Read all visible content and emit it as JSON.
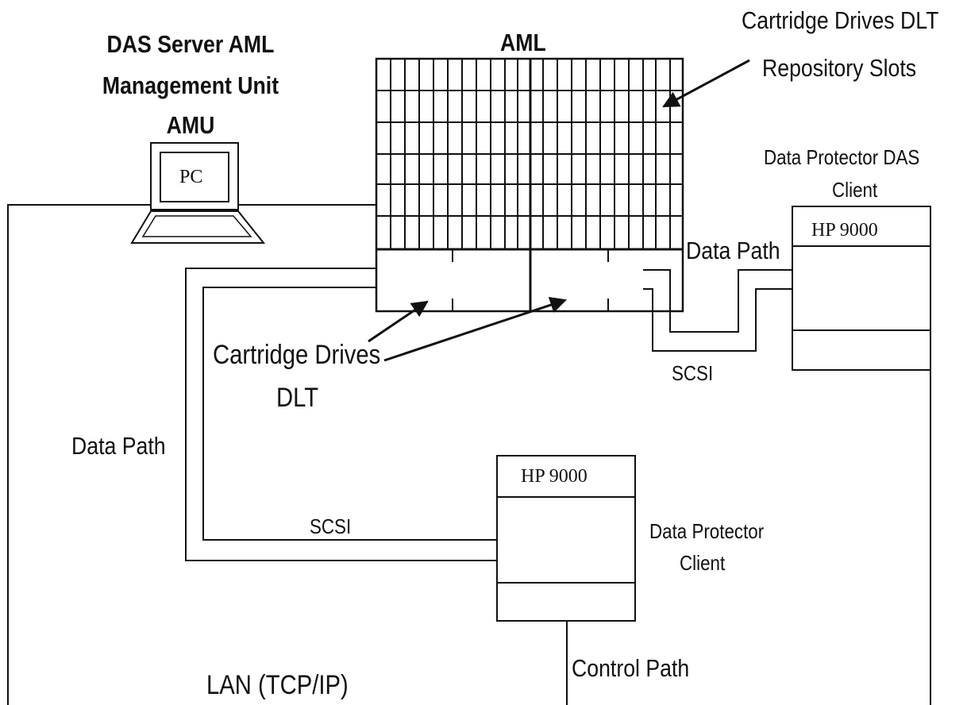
{
  "amu": {
    "title_lines": [
      "DAS Server AML",
      "Management Unit",
      "AMU"
    ],
    "pc_label": "PC"
  },
  "aml": {
    "title": "AML"
  },
  "callouts": {
    "cartridge_drives_dlt_top": "Cartridge Drives DLT",
    "repository_slots": "Repository Slots",
    "cartridge_drives": "Cartridge Drives",
    "dlt": "DLT"
  },
  "das_client": {
    "title_lines": [
      "Data Protector DAS",
      "Client"
    ],
    "host_label": "HP 9000",
    "data_path_label": "Data Path",
    "scsi_label": "SCSI"
  },
  "client": {
    "host_label": "HP 9000",
    "title_lines": [
      "Data Protector",
      "Client"
    ],
    "data_path_label": "Data Path",
    "scsi_label": "SCSI",
    "control_path_label": "Control Path"
  },
  "lan": {
    "label": "LAN (TCP/IP)"
  }
}
